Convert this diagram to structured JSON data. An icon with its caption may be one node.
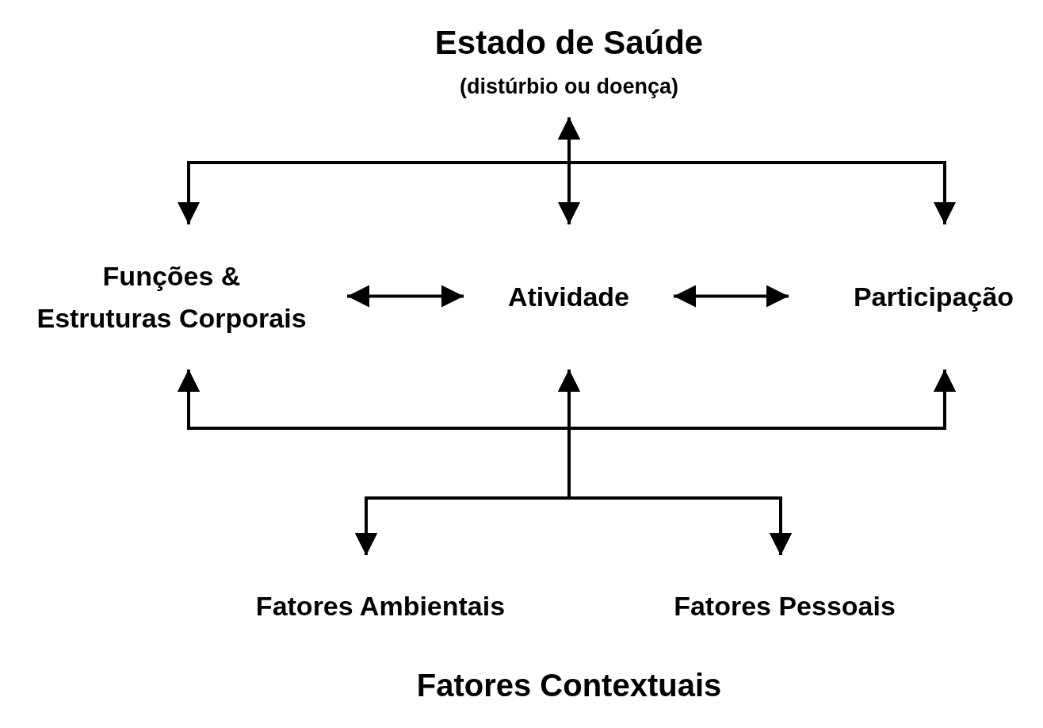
{
  "diagram": {
    "nodes": [
      {
        "text": [
          "Estado de Saúde",
          "(distúrbio ou doença)"
        ]
      },
      {
        "text": [
          "Funções & Estruturas Corporais"
        ]
      },
      {
        "text": [
          "Atividade"
        ]
      },
      {
        "text": [
          "Participação"
        ]
      },
      {
        "text": [
          "Fatores Ambientais"
        ]
      },
      {
        "text": [
          "Fatores Pessoais"
        ]
      }
    ],
    "edges": [
      {
        "from": 0,
        "to": 1,
        "arrow": "both"
      },
      {
        "from": 0,
        "to": 2,
        "arrow": "both"
      },
      {
        "from": 0,
        "to": 3,
        "arrow": "both"
      },
      {
        "from": 1,
        "to": 2,
        "arrow": "both"
      },
      {
        "from": 2,
        "to": 3,
        "arrow": "both"
      },
      {
        "from": 4,
        "to": 1,
        "arrow": "both"
      },
      {
        "from": 4,
        "to": 2,
        "arrow": "both"
      },
      {
        "from": 4,
        "to": 3,
        "arrow": "both"
      },
      {
        "from": 5,
        "to": 1,
        "arrow": "both"
      },
      {
        "from": 5,
        "to": 2,
        "arrow": "both"
      },
      {
        "from": 5,
        "to": 3,
        "arrow": "both"
      }
    ],
    "labels": [
      "Fatores Contextuais"
    ]
  }
}
